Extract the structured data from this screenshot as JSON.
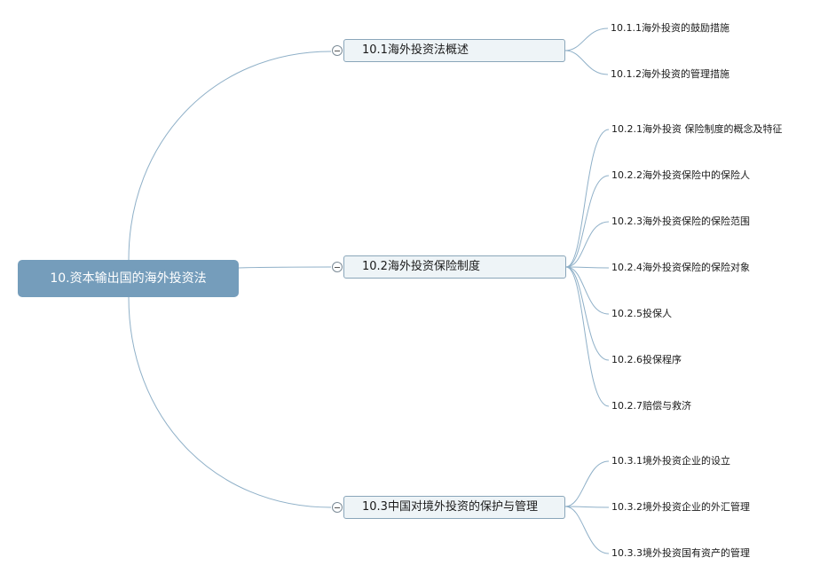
{
  "root": {
    "label": "10.资本输出国的海外投资法"
  },
  "branches": [
    {
      "label": "10.1海外投资法概述",
      "children": [
        "10.1.1海外投资的鼓励措施",
        "10.1.2海外投资的管理措施"
      ]
    },
    {
      "label": "10.2海外投资保险制度",
      "children": [
        "10.2.1海外投资 保险制度的概念及特征",
        "10.2.2海外投资保险中的保险人",
        "10.2.3海外投资保险的保险范围",
        "10.2.4海外投资保险的保险对象",
        "10.2.5投保人",
        "10.2.6投保程序",
        "10.2.7赔偿与救济"
      ]
    },
    {
      "label": "10.3中国对境外投资的保护与管理",
      "children": [
        "10.3.1境外投资企业的设立",
        "10.3.2境外投资企业的外汇管理",
        "10.3.3境外投资国有资产的管理"
      ]
    }
  ],
  "colors": {
    "root_fill": "#759dbb",
    "branch_fill": "#eef4f7",
    "branch_border": "#8aa6ba",
    "link_line": "#8fb0c8"
  }
}
